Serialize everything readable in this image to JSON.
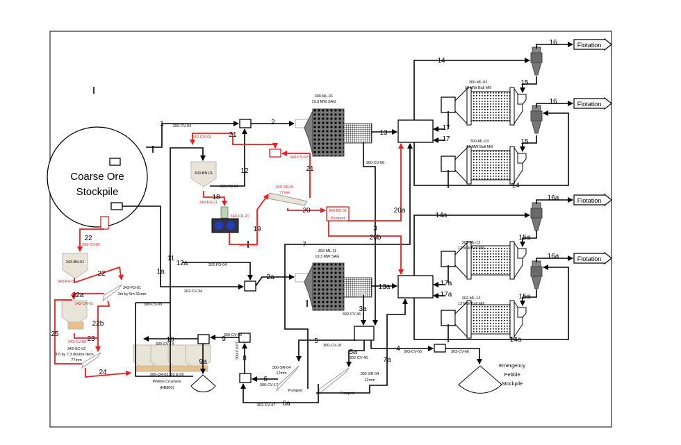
{
  "colors": {
    "main_line": "#000000",
    "pebble_circuit": "#ee1c1c",
    "mill_body": "#7f7f7f",
    "bin_fill": "#e8e4d8"
  },
  "diagram": {
    "labels": [
      {
        "text": "Coarse Ore",
        "kind": "title"
      },
      {
        "text": "Stockpile",
        "kind": "title"
      },
      {
        "text": "1",
        "kind": "s"
      },
      {
        "text": "200-CV-04",
        "kind": "t"
      },
      {
        "text": "2",
        "kind": "s"
      },
      {
        "text": "21",
        "kind": "s"
      },
      {
        "text": "340-CV-63",
        "kind": "r"
      },
      {
        "text": "340-CV-62",
        "kind": "r"
      },
      {
        "text": "21",
        "kind": "s"
      },
      {
        "text": "12",
        "kind": "s"
      },
      {
        "text": "300-FD-04",
        "kind": "t"
      },
      {
        "text": "300-BN-01",
        "kind": "t"
      },
      {
        "text": "18",
        "kind": "s"
      },
      {
        "text": "340-FD-21",
        "kind": "r"
      },
      {
        "text": "340-CR-21",
        "kind": "r"
      },
      {
        "text": "19",
        "kind": "s"
      },
      {
        "text": "340-CV-61",
        "kind": "r"
      },
      {
        "text": "340-SR-01",
        "kind": "r"
      },
      {
        "text": "77mm",
        "kind": "r"
      },
      {
        "text": "20",
        "kind": "s"
      },
      {
        "text": "340-BX-01",
        "kind": "r"
      },
      {
        "text": "Pumped",
        "kind": "r"
      },
      {
        "text": "20a",
        "kind": "s"
      },
      {
        "text": "3",
        "kind": "s"
      },
      {
        "text": "20b",
        "kind": "s"
      },
      {
        "text": "300-CV-06",
        "kind": "t"
      },
      {
        "text": "300-ML-01",
        "kind": "t"
      },
      {
        "text": "19.3 MW SAG",
        "kind": "t"
      },
      {
        "text": "13",
        "kind": "s"
      },
      {
        "text": "17",
        "kind": "s"
      },
      {
        "text": "17",
        "kind": "s"
      },
      {
        "text": "14",
        "kind": "s"
      },
      {
        "text": "300-ML-02",
        "kind": "t"
      },
      {
        "text": "12 MW Ball Mill",
        "kind": "t"
      },
      {
        "text": "15",
        "kind": "s"
      },
      {
        "text": "16",
        "kind": "s"
      },
      {
        "text": "Flotation",
        "kind": "f"
      },
      {
        "text": "16",
        "kind": "s"
      },
      {
        "text": "Flotation",
        "kind": "f"
      },
      {
        "text": "300-ML-03",
        "kind": "t"
      },
      {
        "text": "12 MW Ball Mill",
        "kind": "t"
      },
      {
        "text": "15",
        "kind": "s"
      },
      {
        "text": "14",
        "kind": "s"
      },
      {
        "text": "16a",
        "kind": "s"
      },
      {
        "text": "Flotation",
        "kind": "f"
      },
      {
        "text": "14a",
        "kind": "s"
      },
      {
        "text": "15a",
        "kind": "s"
      },
      {
        "text": "302-ML-12",
        "kind": "t"
      },
      {
        "text": "12 MW Ball Mill",
        "kind": "t"
      },
      {
        "text": "16a",
        "kind": "s"
      },
      {
        "text": "Flotation",
        "kind": "f"
      },
      {
        "text": "15a",
        "kind": "s"
      },
      {
        "text": "302-ML-13",
        "kind": "t"
      },
      {
        "text": "12 MW Ball Mill",
        "kind": "t"
      },
      {
        "text": "14a",
        "kind": "s"
      },
      {
        "text": "17a",
        "kind": "s"
      },
      {
        "text": "17a",
        "kind": "s"
      },
      {
        "text": "13a",
        "kind": "s"
      },
      {
        "text": "7",
        "kind": "s"
      },
      {
        "text": "302-ML-11",
        "kind": "t"
      },
      {
        "text": "19.3 MW SAG",
        "kind": "t"
      },
      {
        "text": "2a",
        "kind": "s"
      },
      {
        "text": "12a",
        "kind": "s"
      },
      {
        "text": "302-FD-04",
        "kind": "t"
      },
      {
        "text": "1a",
        "kind": "s"
      },
      {
        "text": "11",
        "kind": "s"
      },
      {
        "text": "202-CV-34",
        "kind": "t"
      },
      {
        "text": "300-CV-09",
        "kind": "t"
      },
      {
        "text": "3a",
        "kind": "s"
      },
      {
        "text": "302-CV-36",
        "kind": "t"
      },
      {
        "text": "5",
        "kind": "s"
      },
      {
        "text": "300-CV-18",
        "kind": "t"
      },
      {
        "text": "5a",
        "kind": "s"
      },
      {
        "text": "302-CV-46",
        "kind": "t"
      },
      {
        "text": "4",
        "kind": "s"
      },
      {
        "text": "303-CV-65",
        "kind": "t"
      },
      {
        "text": "303-CV-66",
        "kind": "t"
      },
      {
        "text": "7a",
        "kind": "s"
      },
      {
        "text": "302-SR-04",
        "kind": "t"
      },
      {
        "text": "12mm",
        "kind": "t"
      },
      {
        "text": "Pumped",
        "kind": "t"
      },
      {
        "text": "Emergency",
        "kind": "e"
      },
      {
        "text": "Pebble",
        "kind": "e"
      },
      {
        "text": "Stockpile",
        "kind": "e"
      },
      {
        "text": "300-SR-04",
        "kind": "t"
      },
      {
        "text": "12mm",
        "kind": "t"
      },
      {
        "text": "Pumped",
        "kind": "t"
      },
      {
        "text": "6",
        "kind": "s"
      },
      {
        "text": "300-CV-17",
        "kind": "t"
      },
      {
        "text": "8",
        "kind": "s"
      },
      {
        "text": "300-CV-07",
        "kind": "t"
      },
      {
        "text": "6a",
        "kind": "s"
      },
      {
        "text": "302-CV-47",
        "kind": "t"
      },
      {
        "text": "10",
        "kind": "s"
      },
      {
        "text": "300-CV-14",
        "kind": "t"
      },
      {
        "text": "300-CV-08",
        "kind": "t"
      },
      {
        "text": "9",
        "kind": "s"
      },
      {
        "text": "9a",
        "kind": "s"
      },
      {
        "text": "300-CR-02, 03 & 09",
        "kind": "t"
      },
      {
        "text": "Pebble Crushers",
        "kind": "t"
      },
      {
        "text": "(HB800)",
        "kind": "t"
      },
      {
        "text": "22",
        "kind": "s"
      },
      {
        "text": "343-CV-81",
        "kind": "r"
      },
      {
        "text": "343-BN-01",
        "kind": "t"
      },
      {
        "text": "343-FD-01",
        "kind": "r"
      },
      {
        "text": "22",
        "kind": "s"
      },
      {
        "text": "343-FD-01",
        "kind": "t"
      },
      {
        "text": "3m by 6m 51mm",
        "kind": "t"
      },
      {
        "text": "22a",
        "kind": "s"
      },
      {
        "text": "343-CR-01",
        "kind": "r"
      },
      {
        "text": "22b",
        "kind": "s"
      },
      {
        "text": "343-CV-82",
        "kind": "r"
      },
      {
        "text": "23",
        "kind": "s"
      },
      {
        "text": "25",
        "kind": "s"
      },
      {
        "text": "343-SC-02",
        "kind": "t"
      },
      {
        "text": "3.6 by 7.3 double deck",
        "kind": "t"
      },
      {
        "text": "77mm",
        "kind": "t"
      },
      {
        "text": "24",
        "kind": "s"
      }
    ]
  }
}
